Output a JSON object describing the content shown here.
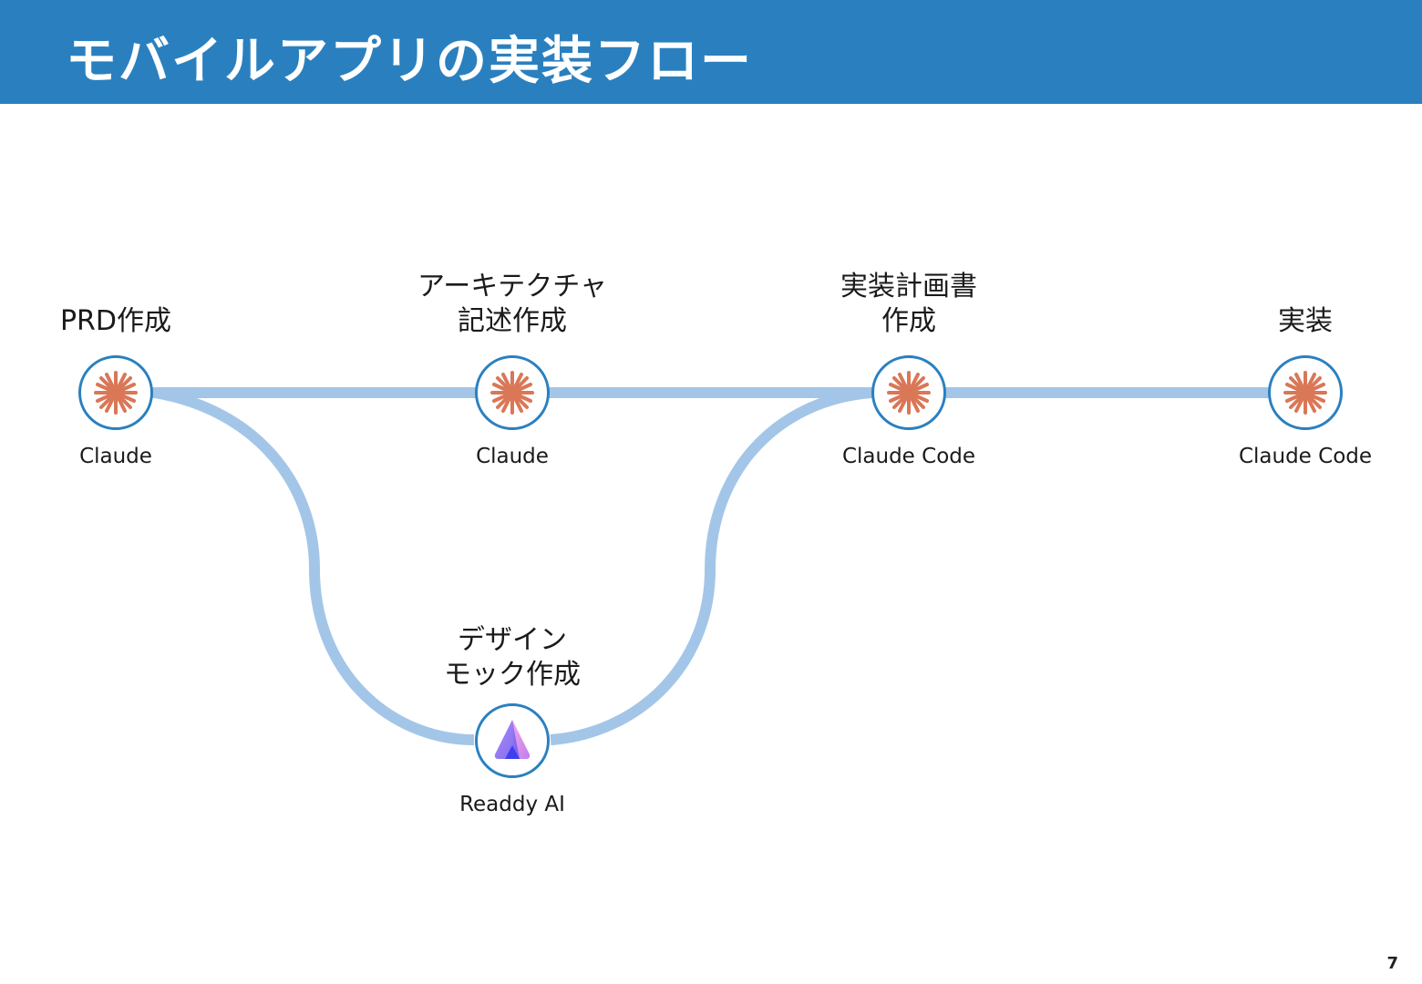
{
  "slide": {
    "title": "モバイルアプリの実装フロー",
    "page_number": "7"
  },
  "colors": {
    "header": "#2a80bf",
    "track": "#a3c6e8",
    "node_border": "#2a80bf",
    "claude_icon": "#d97757"
  },
  "steps": [
    {
      "id": "prd",
      "label_lines": [
        "PRD作成"
      ],
      "tool": "Claude",
      "icon": "claude-icon"
    },
    {
      "id": "architecture",
      "label_lines": [
        "アーキテクチャ",
        "記述作成"
      ],
      "tool": "Claude",
      "icon": "claude-icon"
    },
    {
      "id": "plan",
      "label_lines": [
        "実装計画書",
        "作成"
      ],
      "tool": "Claude Code",
      "icon": "claude-icon"
    },
    {
      "id": "implement",
      "label_lines": [
        "実装"
      ],
      "tool": "Claude Code",
      "icon": "claude-icon"
    },
    {
      "id": "design",
      "label_lines": [
        "デザイン",
        "モック作成"
      ],
      "tool": "Readdy AI",
      "icon": "readdy-icon"
    }
  ]
}
